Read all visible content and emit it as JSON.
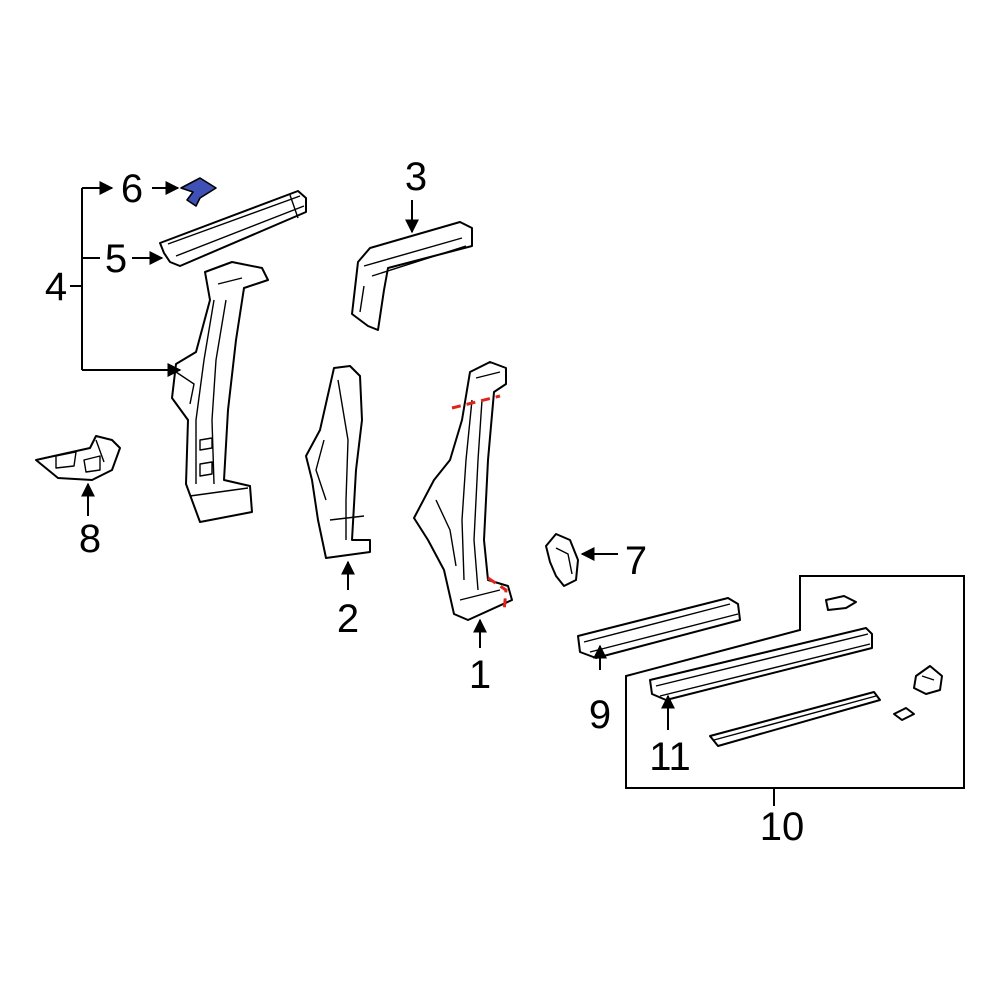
{
  "callouts": {
    "c1": "1",
    "c2": "2",
    "c3": "3",
    "c4": "4",
    "c5": "5",
    "c6": "6",
    "c7": "7",
    "c8": "8",
    "c9": "9",
    "c10": "10",
    "c11": "11"
  },
  "colors": {
    "highlight_part": "#3f51b5",
    "cut_line": "#e0241b",
    "line": "#000000"
  }
}
